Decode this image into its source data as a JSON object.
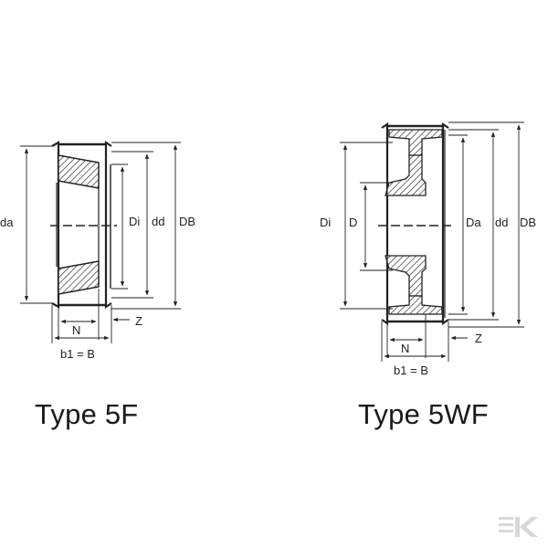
{
  "diagrams": [
    {
      "id": "type-5f",
      "caption": "Type 5F",
      "labels": {
        "da": "da",
        "di": "Di",
        "dd": "dd",
        "db": "DB",
        "n": "N",
        "z": "Z",
        "b1": "b1 = B"
      }
    },
    {
      "id": "type-5wf",
      "caption": "Type 5WF",
      "labels": {
        "di": "Di",
        "d": "D",
        "da": "Da",
        "dd": "dd",
        "db": "DB",
        "n": "N",
        "z": "Z",
        "b1": "b1 = B"
      }
    }
  ],
  "watermark": {
    "icon": "k-logo-icon",
    "color": "#d8d8d8"
  }
}
